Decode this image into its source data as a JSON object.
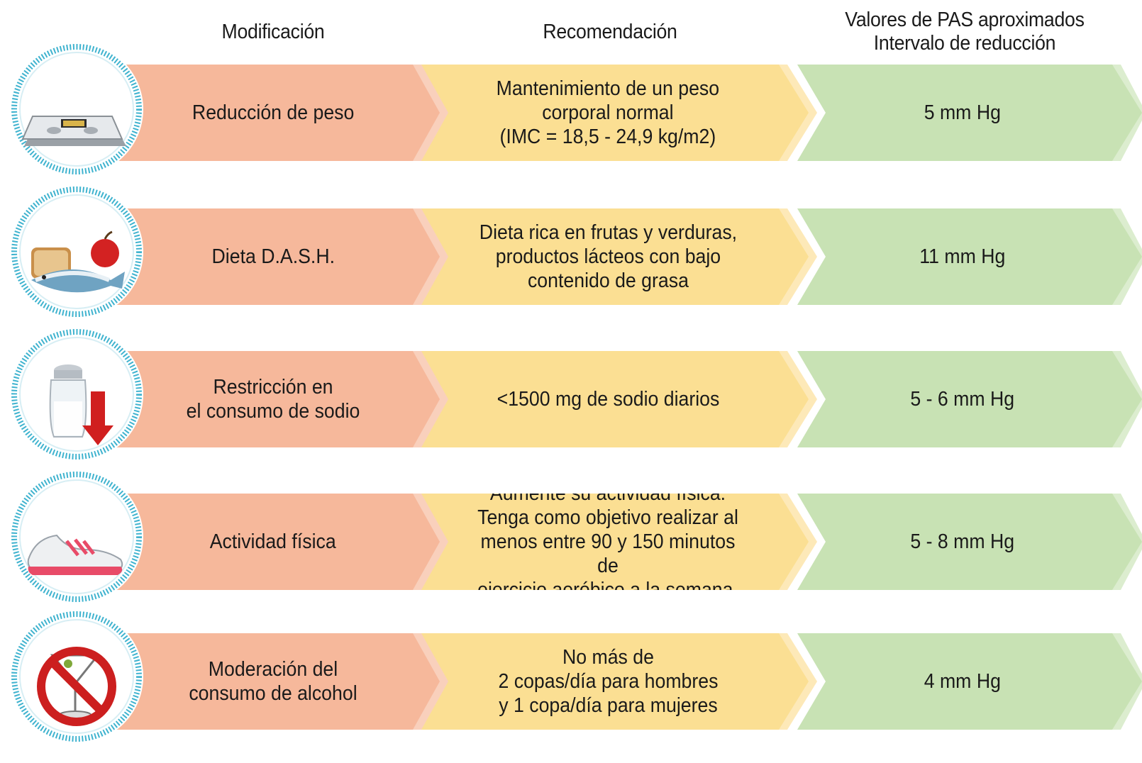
{
  "headers": {
    "modification": "Modificación",
    "recommendation": "Recomendación",
    "values_line1": "Valores de PAS aproximados",
    "values_line2": "Intervalo de reducción"
  },
  "rows": [
    {
      "icon": "bathroom-scale-icon",
      "modification": [
        "Reducción de peso"
      ],
      "recommendation": [
        "Mantenimiento de un peso",
        "corporal normal",
        "(IMC = 18,5 - 24,9 kg/m2)"
      ],
      "reduction": "5 mm Hg"
    },
    {
      "icon": "healthy-food-icon",
      "modification": [
        "Dieta D.A.S.H."
      ],
      "recommendation": [
        "Dieta rica en frutas y verduras,",
        "productos lácteos con bajo",
        "contenido de grasa"
      ],
      "reduction": "11 mm Hg"
    },
    {
      "icon": "salt-shaker-down-arrow-icon",
      "modification": [
        "Restricción en",
        "el consumo de sodio"
      ],
      "recommendation": [
        "<1500 mg de sodio diarios"
      ],
      "reduction": "5 - 6 mm Hg"
    },
    {
      "icon": "sneaker-icon",
      "modification": [
        "Actividad física"
      ],
      "recommendation": [
        "Aumente su actividad física.",
        "Tenga como objetivo realizar al",
        "menos entre 90 y 150 minutos de",
        "ejercicio aeróbico a la semana."
      ],
      "reduction": "5 - 8 mm Hg"
    },
    {
      "icon": "no-alcohol-icon",
      "modification": [
        "Moderación del",
        "consumo de alcohol"
      ],
      "recommendation": [
        "No más de",
        "2 copas/día para hombres",
        "y 1 copa/día para mujeres"
      ],
      "reduction": "4 mm Hg"
    }
  ],
  "colors": {
    "modification": "#f6b89b",
    "recommendation": "#fbdf93",
    "reduction": "#c8e2b4",
    "badge_ring": "#3fb3cf"
  }
}
